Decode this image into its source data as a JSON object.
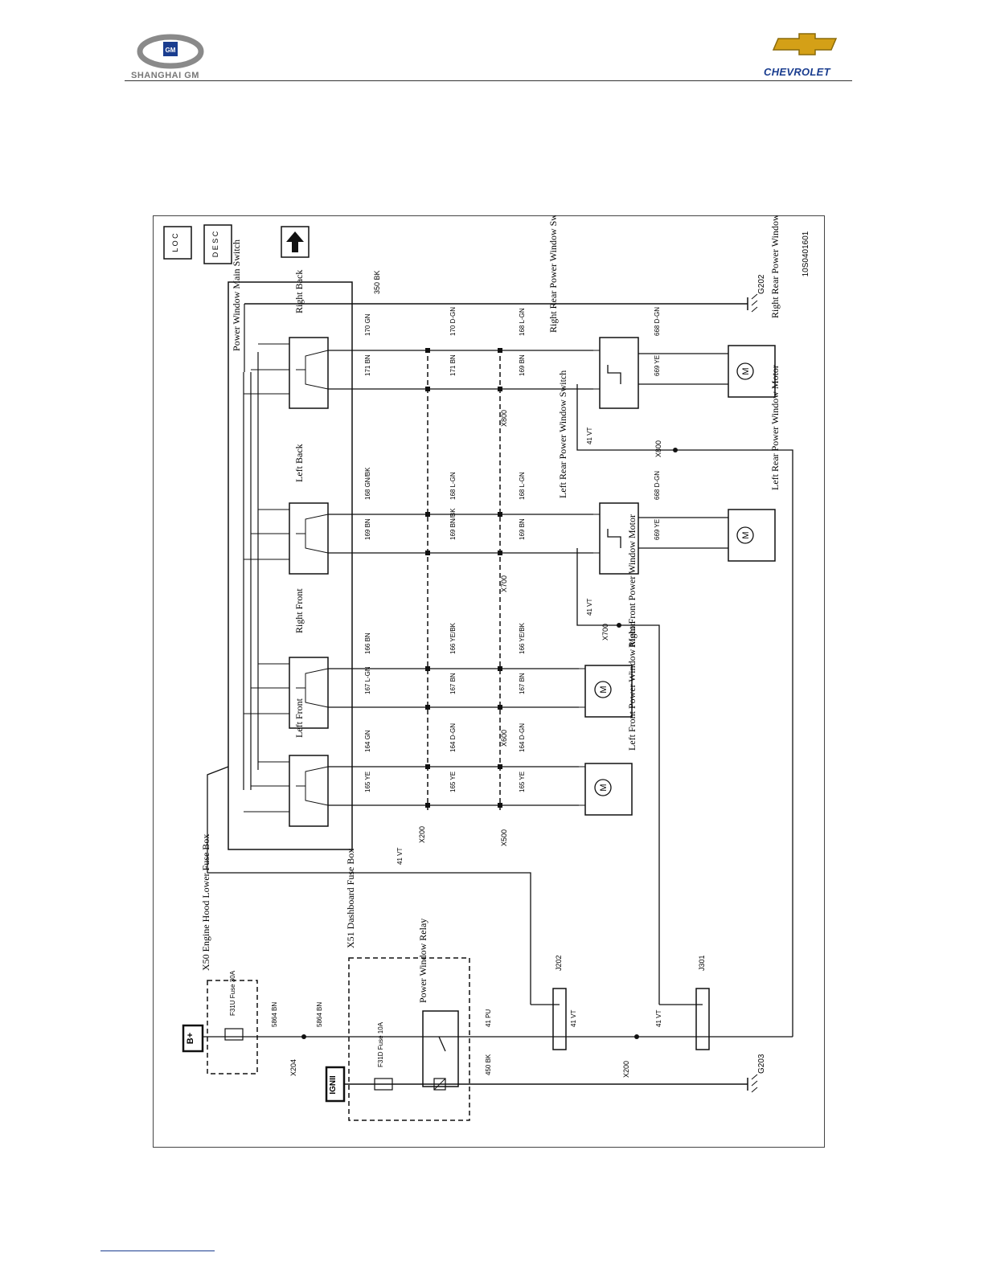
{
  "header": {
    "left_logo_text": "SHANGHAI GM",
    "left_logo_mark": "GM",
    "right_logo_text": "CHEVROLET"
  },
  "icons": {
    "loc": "L O C",
    "desc": "D E S C",
    "up_arrow": "up-arrow-icon"
  },
  "figure_id": "10S0401601",
  "components": {
    "main_switch": "Power Window Main Switch",
    "left_front": "Left Front",
    "right_front": "Right Front",
    "left_back": "Left Back",
    "right_back": "Right Back",
    "lr_switch": "Left Rear Power Window Switch",
    "rr_switch": "Right Rear Power Window Switch",
    "lf_motor": "Left Front Power Window Motor",
    "rf_motor": "Right Front Power Window Motor",
    "lr_motor": "Left Rear Power Window Motor",
    "rr_motor": "Right Rear Power Window Motor",
    "x50_box": "X50 Engine Hood Lower Fuse Box",
    "x51_box": "X51 Dashboard Fuse Box",
    "relay": "Power Window Relay",
    "fuse_f31u": "F31U Fuse 30A",
    "fuse_f31d": "F31D Fuse 10A",
    "bplus": "B+",
    "ign": "IGNII",
    "motor_symbol": "M",
    "g202": "G202",
    "g203": "G203",
    "j202": "J202",
    "j301": "J301",
    "x200": "X200",
    "x204": "X204",
    "x500": "X500",
    "x600": "X600",
    "x700": "X700",
    "x800": "X800"
  },
  "wires": {
    "w350": "350 BK",
    "w41": "41 VT",
    "w41pu": "41 PU",
    "w450": "450 BK",
    "w5864": "5864 BN",
    "w164_gn": "164 GN",
    "w165_ye": "165 YE",
    "w164_dgn": "164 D-GN",
    "w167_lgn": "167 L-GN",
    "w166_bn": "166 BN",
    "w167_bn": "167 BN",
    "w166_yebk": "166 YE/BK",
    "w169_bn": "169 BN",
    "w168_gnbk": "168 GN/BK",
    "w169_bnbk": "169 BN/BK",
    "w168_lgn": "168 L-GN",
    "w171_bn": "171 BN",
    "w170_gn": "170 GN",
    "w170_dgn": "170 D-GN",
    "w668": "668 D-GN",
    "w669": "669 YE"
  }
}
